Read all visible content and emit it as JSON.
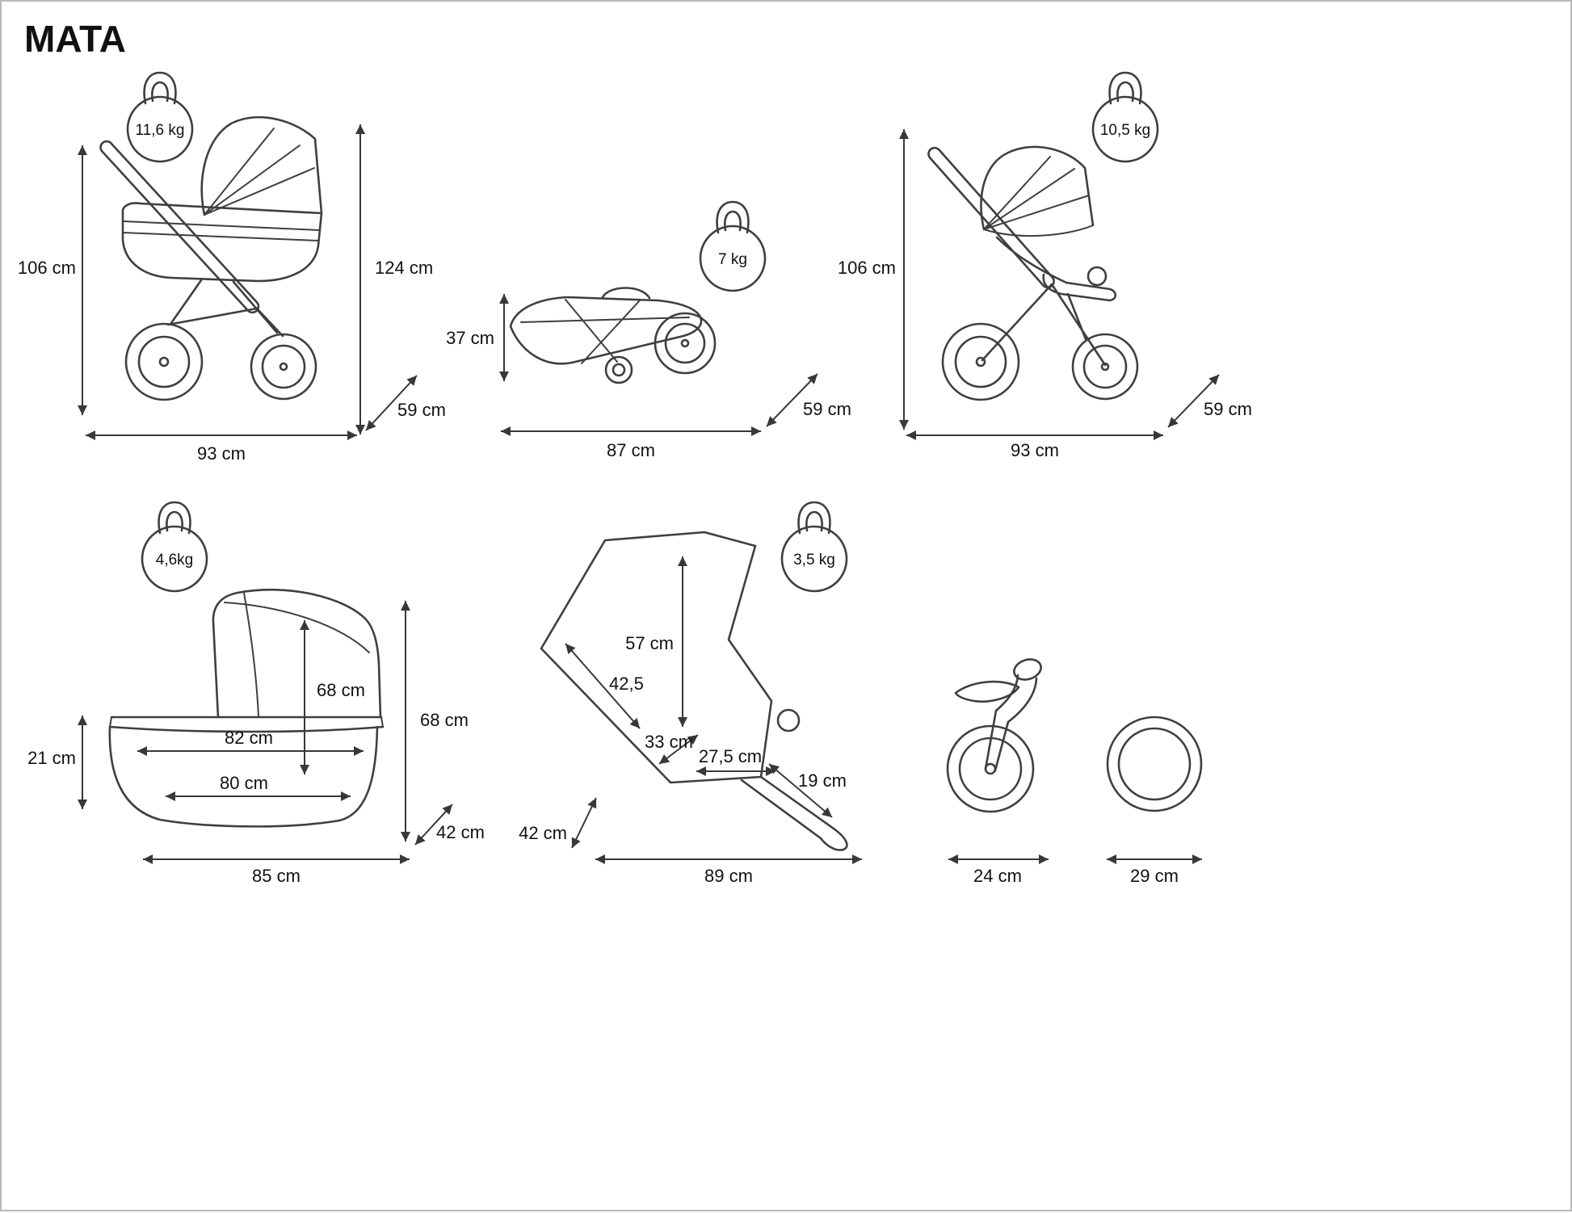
{
  "brand": "MATA",
  "colors": {
    "line": "#3f3f3f",
    "text": "#111111"
  },
  "views": {
    "pram": {
      "weight": "11,6 kg",
      "height": "106 cm",
      "total_height": "124 cm",
      "length": "93 cm",
      "depth": "59 cm"
    },
    "folded": {
      "weight": "7 kg",
      "height": "37 cm",
      "length": "87 cm",
      "depth": "59 cm"
    },
    "pushchair": {
      "weight": "10,5 kg",
      "height": "106 cm",
      "length": "93 cm",
      "depth": "59 cm"
    },
    "carrycot": {
      "weight": "4,6kg",
      "hood_height": "68 cm",
      "overall_height": "68 cm",
      "inner_length": "82 cm",
      "base_length": "80 cm",
      "tub_depth": "21 cm",
      "length": "85 cm",
      "width": "42 cm"
    },
    "seat": {
      "weight": "3,5 kg",
      "backrest_height": "57 cm",
      "backrest_length": "42,5",
      "seat_width": "33 cm",
      "seat_depth": "27,5 cm",
      "legrest": "19 cm",
      "width": "42 cm",
      "length": "89 cm"
    },
    "wheels": {
      "front_diameter": "24 cm",
      "rear_diameter": "29 cm"
    }
  }
}
